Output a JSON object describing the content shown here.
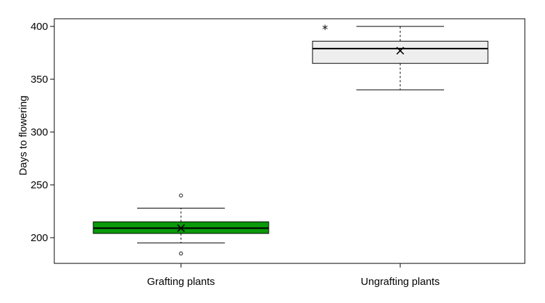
{
  "chart_data": {
    "type": "box",
    "title": "",
    "xlabel": "",
    "ylabel": "Days to flowering",
    "ylim": [
      176,
      410
    ],
    "yticks": [
      200,
      250,
      300,
      350,
      400
    ],
    "grid": false,
    "legend": "none",
    "categories": [
      "Grafting plants",
      "Ungrafting plants"
    ],
    "boxes": [
      {
        "category": "Grafting plants",
        "whisker_low": 195,
        "q1": 204,
        "median": 209,
        "q3": 215,
        "whisker_high": 228,
        "mean": 209,
        "outliers": [
          185,
          240
        ],
        "outlier_marker": "circle",
        "fill": "#0a9a0a"
      },
      {
        "category": "Ungrafting plants",
        "whisker_low": 340,
        "q1": 365,
        "median": 379,
        "q3": 386,
        "whisker_high": 400,
        "mean": 377,
        "outliers": [
          398
        ],
        "outlier_marker": "star",
        "fill": "#eeeeee"
      }
    ]
  }
}
